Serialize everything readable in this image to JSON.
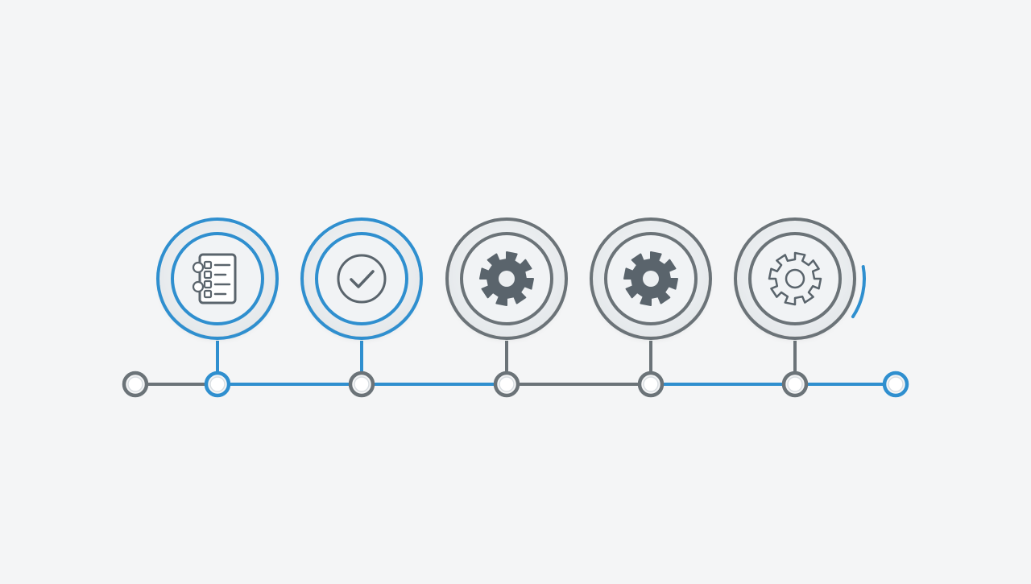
{
  "colors": {
    "background": "#f4f5f6",
    "accent_blue": "#2f8fcf",
    "neutral_gray": "#6b7378",
    "icon_dark": "#5a646c",
    "disc_fill": "#eceff1"
  },
  "timeline": {
    "start_node_status": "inactive",
    "end_node_status": "complete",
    "steps": [
      {
        "icon": "checklist-document-icon",
        "status": "complete",
        "progress": 1
      },
      {
        "icon": "checkmark-circle-icon",
        "status": "complete",
        "progress": 1
      },
      {
        "icon": "gear-solid-icon",
        "status": "pending",
        "progress": 0
      },
      {
        "icon": "gear-solid-icon",
        "status": "pending",
        "progress": 0
      },
      {
        "icon": "gear-outline-icon",
        "status": "in-progress",
        "progress": 0.2
      }
    ]
  }
}
